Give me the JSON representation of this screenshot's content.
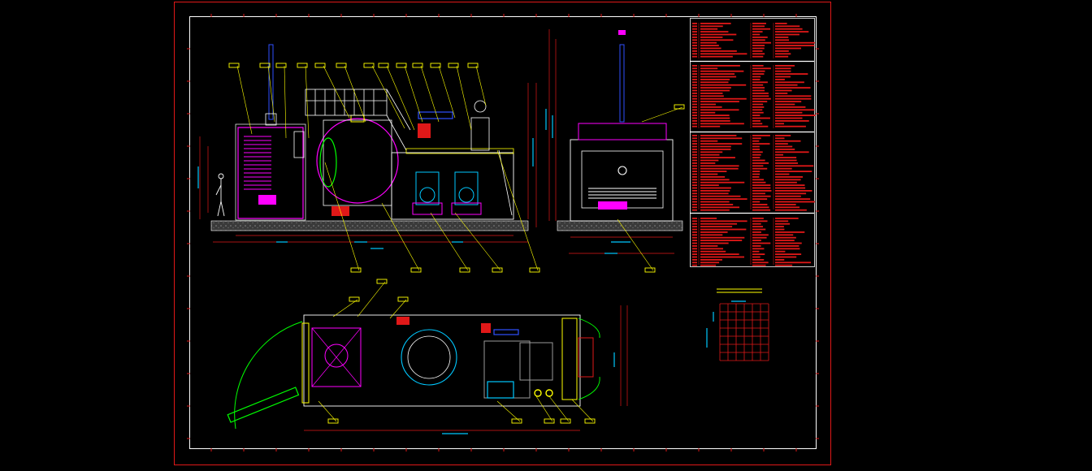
{
  "drawing": {
    "background": "#000000",
    "palette": {
      "frame_red": "#e01818",
      "white": "#ffffff",
      "magenta": "#ff00ff",
      "yellow": "#ffff00",
      "cyan": "#00c8ff",
      "green": "#00ff00",
      "blue": "#3050ff",
      "gray": "#9a9a9a",
      "purple": "#b040ff"
    },
    "views": [
      "front-elevation",
      "side-elevation",
      "plan-view",
      "parts-table",
      "title-grid"
    ],
    "icons": [
      "operator-figure-icon",
      "pump-motor-icon",
      "vessel-hatch-icon",
      "door-swing-arc-icon"
    ]
  }
}
